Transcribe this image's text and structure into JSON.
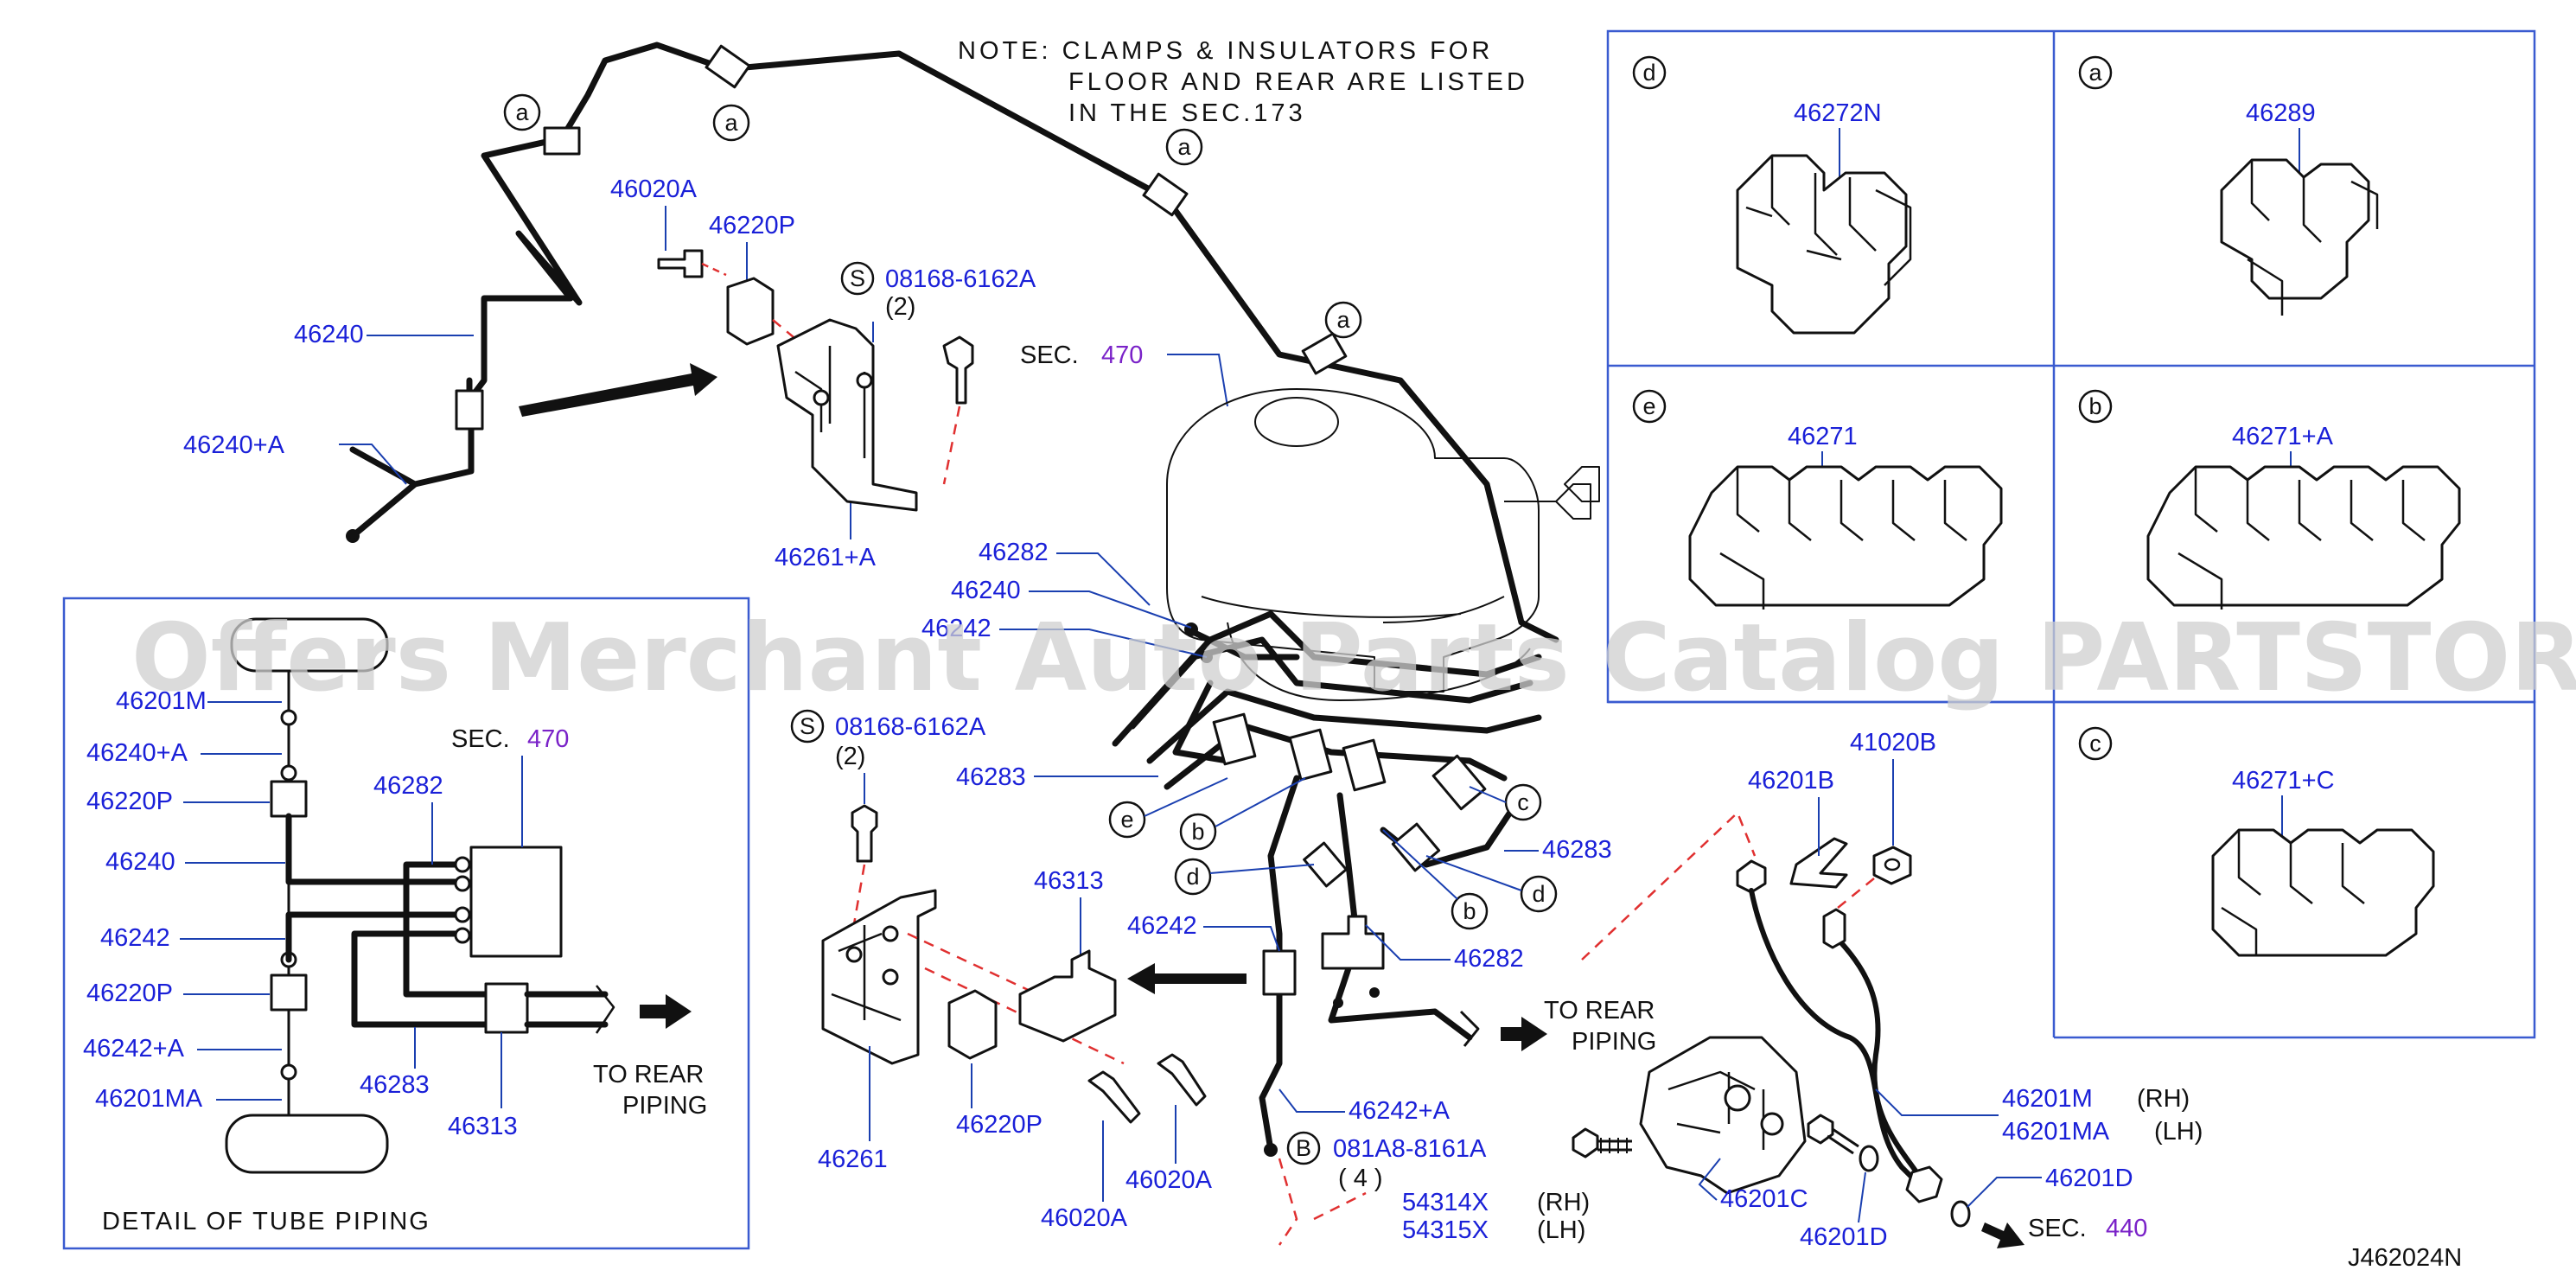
{
  "note": {
    "line1": "NOTE:  CLAMPS  &  INSULATORS  FOR",
    "line2": "FLOOR  AND  REAR  ARE  LISTED",
    "line3": "IN  THE  SEC.173"
  },
  "watermark": "Offers Merchant Auto Parts Catalog PARTSTORE.SA",
  "diagram_id": "J462024N",
  "main_labels": {
    "p46240_top": "46240",
    "p46240A_top": "46240+A",
    "p46020A_top": "46020A",
    "p46220P_top": "46220P",
    "bolt_top": "08168-6162A",
    "bolt_top_qty": "(2)",
    "bolt_top_ref": "S",
    "p46261A": "46261+A",
    "sec_top": "SEC.",
    "sec_top_num": "470",
    "p46282_a": "46282",
    "p46240_b": "46240",
    "p46242_a": "46242",
    "bolt_mid": "08168-6162A",
    "bolt_mid_qty": "(2)",
    "bolt_mid_ref": "S",
    "p46283_a": "46283",
    "p46313": "46313",
    "p46242_b": "46242",
    "p46283_b": "46283",
    "p46282_b": "46282",
    "p46261": "46261",
    "p46220P_b": "46220P",
    "p46020A_b": "46020A",
    "p46020A_c": "46020A",
    "p46242A": "46242+A",
    "bolt_b": "081A8-8161A",
    "bolt_b_qty": "( 4 )",
    "bolt_b_ref": "B",
    "p54314X": "54314X",
    "p54314X_side": "(RH)",
    "p54315X": "54315X",
    "p54315X_side": "(LH)",
    "to_rear1": "TO  REAR",
    "to_rear2": "PIPING",
    "p46201B": "46201B",
    "p41020B": "41020B",
    "p46201M": "46201M",
    "p46201M_side": "(RH)",
    "p46201MA": "46201MA",
    "p46201MA_side": "(LH)",
    "p46201D_a": "46201D",
    "p46201C": "46201C",
    "p46201D_b": "46201D",
    "sec_bottom": "SEC.",
    "sec_bottom_num": "440"
  },
  "clip_refs": {
    "a": "a",
    "b": "b",
    "c": "c",
    "d": "d",
    "e": "e"
  },
  "detail": {
    "title": "DETAIL  OF  TUBE  PIPING",
    "l46201M": "46201M",
    "l46240A": "46240+A",
    "l46220P_a": "46220P",
    "l46240": "46240",
    "l46242": "46242",
    "l46220P_b": "46220P",
    "l46242A": "46242+A",
    "l46201MA": "46201MA",
    "l46282": "46282",
    "sec": "SEC.",
    "sec_num": "470",
    "l46283": "46283",
    "l46313": "46313",
    "to_rear1": "TO  REAR",
    "to_rear2": "PIPING"
  },
  "clip_table": {
    "d_ref": "d",
    "d_part": "46272N",
    "a_ref": "a",
    "a_part": "46289",
    "e_ref": "e",
    "e_part": "46271",
    "b_ref": "b",
    "b_part": "46271+A",
    "c_ref": "c",
    "c_part": "46271+C"
  },
  "colors": {
    "part_number": "#1a20d8",
    "section_number": "#7a22c8",
    "leader": "#1a3fb0",
    "dashed_guide": "#e03030"
  }
}
